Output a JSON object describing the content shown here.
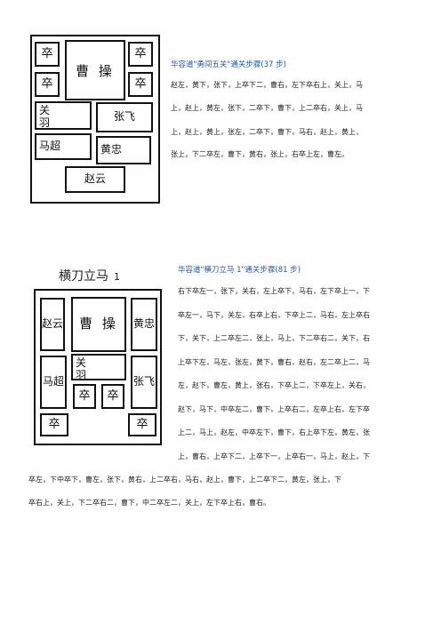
{
  "puzzle1": {
    "title": "华容道\"勇闯五关\"通关步骤(37 步)",
    "pieces": {
      "soldier_tl": "卒",
      "soldier_tr": "卒",
      "soldier_ml": "卒",
      "soldier_mr": "卒",
      "caocao": "曹 操",
      "guanyu_1": "关",
      "guanyu_2": "羽",
      "zhangfei": "张飞",
      "machao": "马超",
      "huangzhong": "黄忠",
      "zhaoyun": "赵云"
    },
    "steps": [
      "赵左，黄下，张下，上卒下二，曹右，左下卒右上，关上，马",
      "上，赵上，黄左，张下，二卒下，曹下，上二卒右，关上，马",
      "上，赵上，黄上，张左，二卒下，曹下，马右，赵上，黄上，",
      "张上，下二卒左，曹下，黄右，张上，右卒上左，曹左。"
    ]
  },
  "puzzle2": {
    "heading": "横刀立马",
    "heading_num": "1",
    "title": "华容道\"横刀立马 1\"通关步骤(81 步)",
    "pieces": {
      "zhaoyun": "赵云",
      "caocao": "曹 操",
      "huangzhong": "黄忠",
      "guanyu_1": "关",
      "guanyu_2": "羽",
      "machao": "马超",
      "soldier_m1": "卒",
      "soldier_m2": "卒",
      "zhangfei": "张飞",
      "soldier_bl": "卒",
      "soldier_br": "卒"
    },
    "steps_narrow": [
      "右下卒左一，张下，关右，左上卒下，马右，左下卒上一，下",
      "卒左一，马下，关左，右卒上右，下卒上二，马右，左上卒右",
      "下，关下，上二卒左二，张上，马上，下二卒右二，关下，右",
      "上卒下左，马左，张左，黄下，曹右，赵右，左二卒上二，马",
      "左，赵下，曹左，黄上，张右，下卒上二，下卒左上，关右，",
      "赵下，马下，中卒左二，曹下，上卒右二，左卒上右，左下卒",
      "上二，马上，赵左，中卒左下，曹下，右上卒下左，黄左，张",
      "上，曹右，上卒下二，上卒下一，上卒右一，马上，赵上，下"
    ],
    "steps_wide": [
      "卒左，下中卒下，曹左，张下，黄右，上二卒右，马右，赵上，曹下，上二卒下二，黄左，张上，下",
      "卒右上，关上，下二卒右二，曹下，中二卒左二，关上，左下卒上右，曹右。"
    ]
  }
}
